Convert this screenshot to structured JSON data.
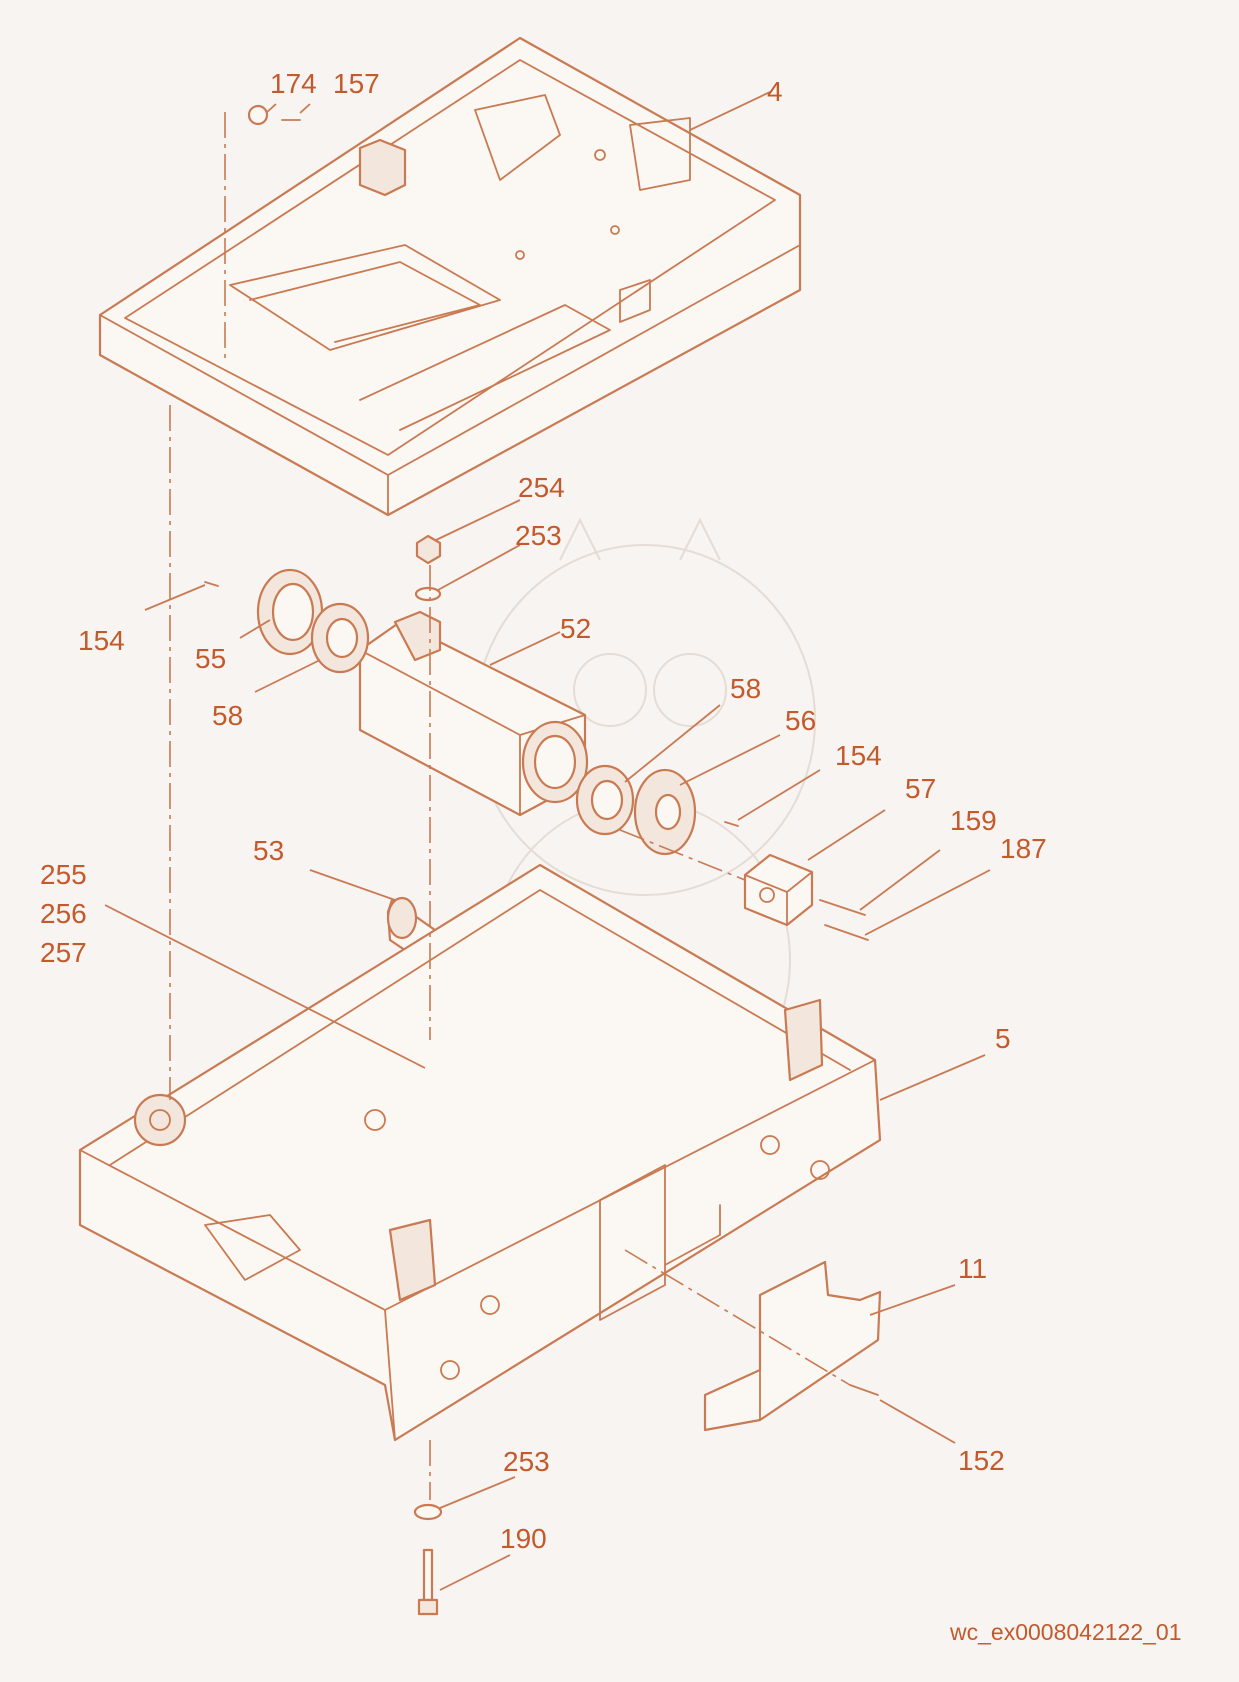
{
  "colors": {
    "background": "#f7f4f1",
    "line": "#c97a52",
    "label": "#c45a2c",
    "watermark": "#e6dcd6"
  },
  "labels": {
    "p174": "174",
    "p157": "157",
    "p4": "4",
    "p254": "254",
    "p253_top": "253",
    "p154_left": "154",
    "p55": "55",
    "p52": "52",
    "p58_left": "58",
    "p58_right": "58",
    "p56": "56",
    "p154_right": "154",
    "p57": "57",
    "p159": "159",
    "p187": "187",
    "p53": "53",
    "p255": "255",
    "p256": "256",
    "p257": "257",
    "p5": "5",
    "p11": "11",
    "p152": "152",
    "p253_bottom": "253",
    "p190": "190"
  },
  "reference_code": "wc_ex0008042122_01"
}
